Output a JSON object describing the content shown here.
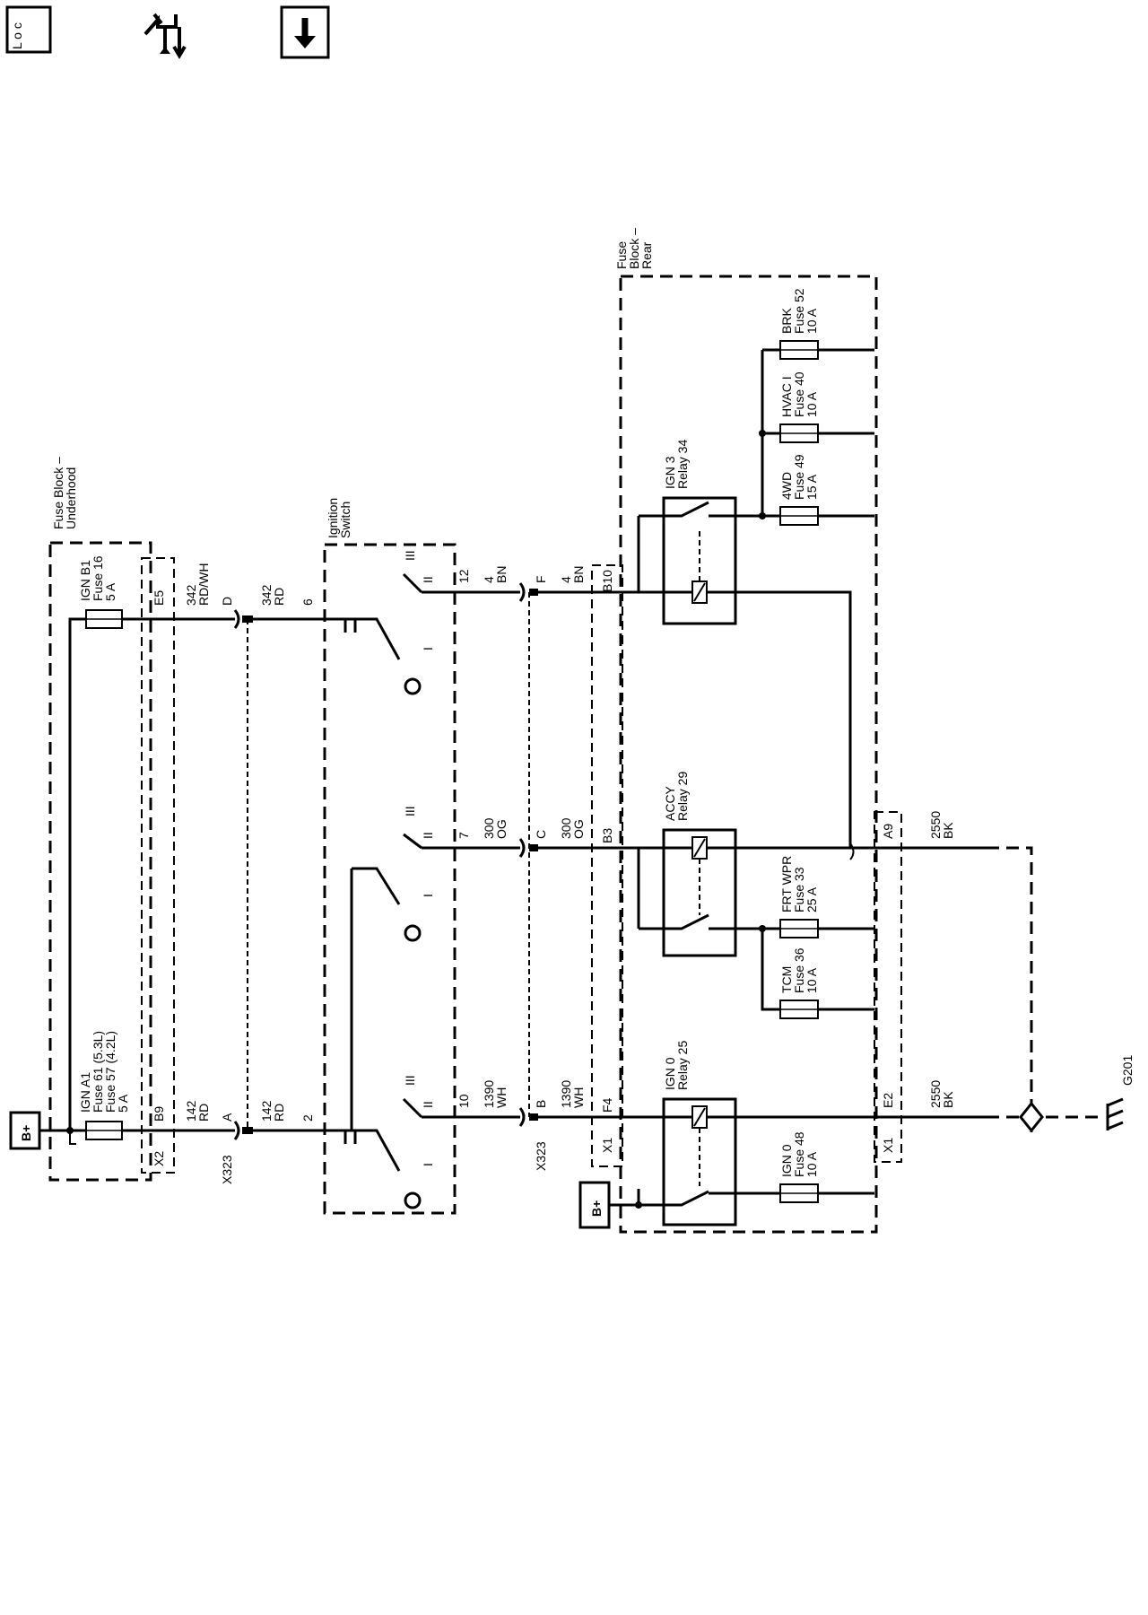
{
  "toolbar": {
    "loc_label": "L o c",
    "items": [
      {
        "icon": "locator-icon",
        "tooltip": ""
      },
      {
        "icon": "harness-routing-icon",
        "tooltip": ""
      },
      {
        "icon": "down-arrow-icon",
        "tooltip": ""
      }
    ]
  },
  "labels": {
    "fbu_title": "Fuse Block –",
    "fbu_title2": "Underhood",
    "ign_sw_title": "Ignition",
    "ign_sw_title2": "Switch",
    "fbr_title": "Fuse",
    "fbr_title2": "Block –",
    "fbr_title3": "Rear",
    "bplus": "B+",
    "f_ignb1_1": "IGN B1",
    "f_ignb1_2": "Fuse 16",
    "f_ignb1_3": "5 A",
    "f_igna1_1": "IGN A1",
    "f_igna1_2": "Fuse 61  (5.3L)",
    "f_igna1_3": "Fuse 57  (4.2L)",
    "f_igna1_4": "5 A",
    "c_e5": "E5",
    "c_b9": "B9",
    "c_x2": "X2",
    "c_x323_top": "X323",
    "c_x323_mid": "X323",
    "c_x1a": "X1",
    "c_x1b": "X1",
    "c_b10": "B10",
    "c_b3": "B3",
    "c_f4": "F4",
    "c_a9": "A9",
    "c_e2": "E2",
    "pin_d": "D",
    "pin_a": "A",
    "pin_f": "F",
    "pin_c": "C",
    "pin_b": "B",
    "pin_6": "6",
    "pin_2": "2",
    "pin_12": "12",
    "pin_7": "7",
    "pin_10": "10",
    "w342": "342",
    "w342c": "RD/WH",
    "w342b": "342",
    "w342bc": "RD",
    "w142": "142",
    "w142c": "RD",
    "w142b": "142",
    "w142bc": "RD",
    "w4": "4",
    "w4c": "BN",
    "w4b": "4",
    "w4bc": "BN",
    "w300": "300",
    "w300c": "OG",
    "w300b": "300",
    "w300bc": "OG",
    "w1390": "1390",
    "w1390c": "WH",
    "w1390b": "1390",
    "w1390bc": "WH",
    "w2550a": "2550",
    "w2550ac": "BK",
    "w2550b": "2550",
    "w2550bc": "BK",
    "r_ign3_1": "IGN 3",
    "r_ign3_2": "Relay 34",
    "r_accy_1": "ACCY",
    "r_accy_2": "Relay 29",
    "r_ign0_1": "IGN 0",
    "r_ign0_2": "Relay 25",
    "f_brk_1": "BRK",
    "f_brk_2": "Fuse 52",
    "f_brk_3": "10 A",
    "f_hvac_1": "HVAC I",
    "f_hvac_2": "Fuse 40",
    "f_hvac_3": "10 A",
    "f_4wd_1": "4WD",
    "f_4wd_2": "Fuse 49",
    "f_4wd_3": "15 A",
    "f_frt_1": "FRT WPR",
    "f_frt_2": "Fuse 33",
    "f_frt_3": "25 A",
    "f_tcm_1": "TCM",
    "f_tcm_2": "Fuse 36",
    "f_tcm_3": "10 A",
    "f_ign0_1": "IGN 0",
    "f_ign0_2": "Fuse 48",
    "f_ign0_3": "10 A",
    "g201": "G201",
    "sw_i": "I",
    "sw_ii": "II",
    "sw_iii": "III"
  }
}
